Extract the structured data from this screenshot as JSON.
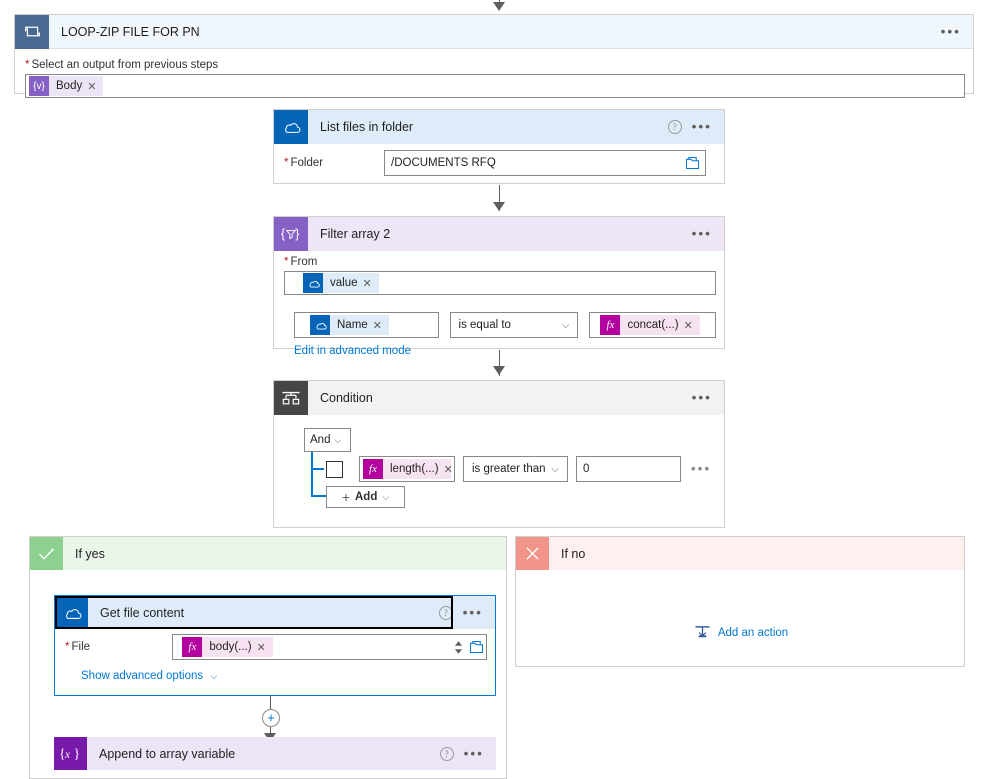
{
  "loop": {
    "title": "LOOP-ZIP FILE FOR PN",
    "icon": "foreach-loop-icon",
    "header_bg": "#eff6fc",
    "icon_bg": "#486991",
    "menu": "•••",
    "input_label": "Select an output from previous steps",
    "input_required": true,
    "token": {
      "label": "Body",
      "icon": "variable-icon",
      "icon_color": "#8661c5"
    }
  },
  "list_files": {
    "title": "List files in folder",
    "icon": "onedrive-icon",
    "icon_bg": "#0364b8",
    "header_bg": "#deecf9",
    "help": "?",
    "menu": "•••",
    "field_label": "Folder",
    "field_required": true,
    "field_value": "/DOCUMENTS RFQ",
    "folder_picker_icon": "folder-icon"
  },
  "filter_array": {
    "title": "Filter array 2",
    "icon": "filter-array-icon",
    "icon_bg": "#8661c5",
    "header_bg": "#eee6f7",
    "menu": "•••",
    "from_label": "From",
    "from_required": true,
    "from_token": {
      "label": "value",
      "icon": "onedrive-icon",
      "icon_color": "#0364b8"
    },
    "left_token": {
      "label": "Name",
      "icon": "onedrive-icon",
      "icon_color": "#0364b8"
    },
    "operator": "is equal to",
    "right_token": {
      "label": "concat(...)",
      "icon": "fx-icon",
      "icon_color": "#b4009e"
    },
    "advanced_link": "Edit in advanced mode"
  },
  "condition": {
    "title": "Condition",
    "icon": "condition-icon",
    "icon_bg": "#484644",
    "header_bg": "#f3f2f1",
    "menu": "•••",
    "logic_operator": "And",
    "row": {
      "checkbox_checked": false,
      "left_token": {
        "label": "length(...)",
        "icon": "fx-icon",
        "icon_color": "#b4009e"
      },
      "operator": "is greater than",
      "value": "0",
      "row_menu": "•••"
    },
    "add_label": "Add"
  },
  "if_yes": {
    "title": "If yes",
    "icon": "checkmark-icon",
    "icon_bg": "#8ed08e",
    "header_bg": "#eaf6ea",
    "get_file_content": {
      "title": "Get file content",
      "icon": "onedrive-icon",
      "icon_bg": "#0364b8",
      "header_bg": "#deecf9",
      "focused": true,
      "help": "?",
      "menu": "•••",
      "field_label": "File",
      "field_required": true,
      "field_token": {
        "label": "body(...)",
        "icon": "fx-icon",
        "icon_color": "#b4009e"
      },
      "spinner_icon": "stepper-icon",
      "folder_picker_icon": "folder-icon",
      "advanced_link": "Show advanced options"
    },
    "append_variable": {
      "title": "Append to array variable",
      "icon": "variable-braces-icon",
      "icon_bg": "#7719aa",
      "header_bg": "#ece4f7",
      "help": "?",
      "menu": "•••"
    },
    "add_node": "+"
  },
  "if_no": {
    "title": "If no",
    "icon": "cross-icon",
    "icon_bg": "#f1948a",
    "header_bg": "#fdf0ef",
    "add_action_label": "Add an action",
    "add_action_icon": "add-action-icon"
  },
  "colors": {
    "accent": "#0078d4",
    "required": "#a4262c",
    "border": "#d2d0ce",
    "arrow": "#605e5c"
  }
}
